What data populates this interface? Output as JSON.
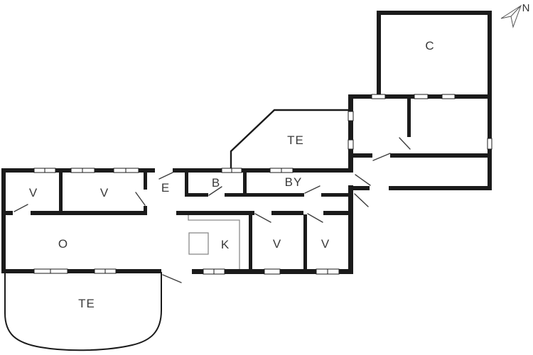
{
  "plan": {
    "compass_label": "N",
    "rooms": [
      {
        "id": "carport",
        "label": "C"
      },
      {
        "id": "terrace-upper",
        "label": "TE"
      },
      {
        "id": "utility-room",
        "label": "BY"
      },
      {
        "id": "bathroom",
        "label": "B"
      },
      {
        "id": "entrance-hall",
        "label": "E"
      },
      {
        "id": "bedroom-1",
        "label": "V"
      },
      {
        "id": "bedroom-2",
        "label": "V"
      },
      {
        "id": "living-room",
        "label": "O"
      },
      {
        "id": "kitchen",
        "label": "K"
      },
      {
        "id": "bedroom-3",
        "label": "V"
      },
      {
        "id": "bedroom-4",
        "label": "V"
      },
      {
        "id": "terrace-lower",
        "label": "TE"
      }
    ],
    "colors": {
      "wall": "#1b1b1b",
      "thin_line": "#8a8a8a",
      "label": "#3a3a3a",
      "background": "#ffffff"
    }
  }
}
